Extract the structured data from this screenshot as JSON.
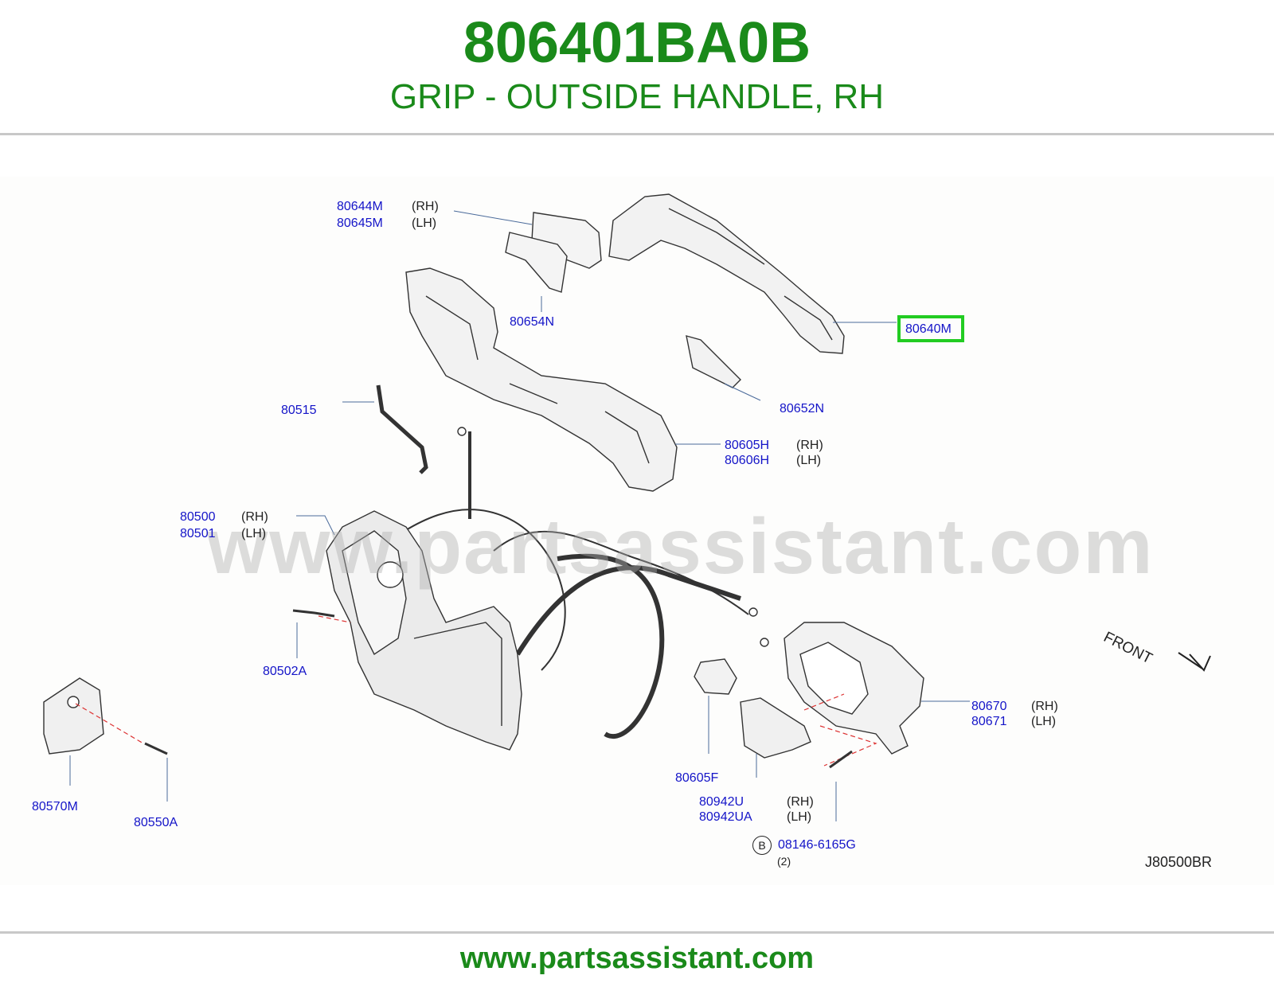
{
  "header": {
    "part_number": "806401BA0B",
    "part_description": "GRIP - OUTSIDE HANDLE, RH"
  },
  "watermark": "www.partsassistant.com",
  "footer": {
    "url": "www.partsassistant.com"
  },
  "diagram": {
    "code": "J80500BR",
    "front_label": "FRONT",
    "highlight_color": "#22cc22",
    "label_color": "#1414c8",
    "brand_color": "#1a8a1a",
    "callouts": {
      "c80644": {
        "numbers": [
          "80644M",
          "80645M"
        ],
        "sides": [
          "(RH)",
          "(LH)"
        ]
      },
      "c80654": {
        "numbers": [
          "80654N"
        ]
      },
      "c80640": {
        "numbers": [
          "80640M"
        ],
        "highlighted": true
      },
      "c80652": {
        "numbers": [
          "80652N"
        ]
      },
      "c80515": {
        "numbers": [
          "80515"
        ]
      },
      "c80605h": {
        "numbers": [
          "80605H",
          "80606H"
        ],
        "sides": [
          "(RH)",
          "(LH)"
        ]
      },
      "c80500": {
        "numbers": [
          "80500",
          "80501"
        ],
        "sides": [
          "(RH)",
          "(LH)"
        ]
      },
      "c80502": {
        "numbers": [
          "80502A"
        ]
      },
      "c80670": {
        "numbers": [
          "80670",
          "80671"
        ],
        "sides": [
          "(RH)",
          "(LH)"
        ]
      },
      "c80605f": {
        "numbers": [
          "80605F"
        ]
      },
      "c80942": {
        "numbers": [
          "80942U",
          "80942UA"
        ],
        "sides": [
          "(RH)",
          "(LH)"
        ]
      },
      "c08146": {
        "numbers": [
          "08146-6165G"
        ],
        "marker": "B",
        "qty": "(2)"
      },
      "c80570": {
        "numbers": [
          "80570M"
        ]
      },
      "c80550": {
        "numbers": [
          "80550A"
        ]
      }
    }
  }
}
